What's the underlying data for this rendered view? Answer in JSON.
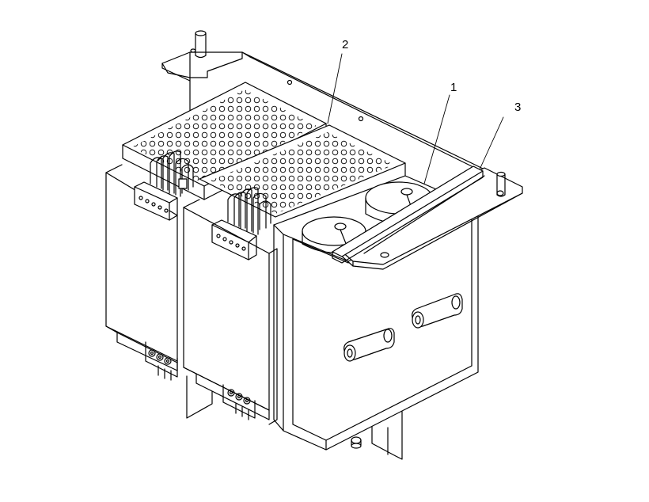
{
  "callouts": [
    {
      "id": "1",
      "text": "1"
    },
    {
      "id": "2",
      "text": "2"
    },
    {
      "id": "3",
      "text": "3"
    }
  ],
  "colors": {
    "line": "#000000",
    "paper": "#ffffff"
  }
}
